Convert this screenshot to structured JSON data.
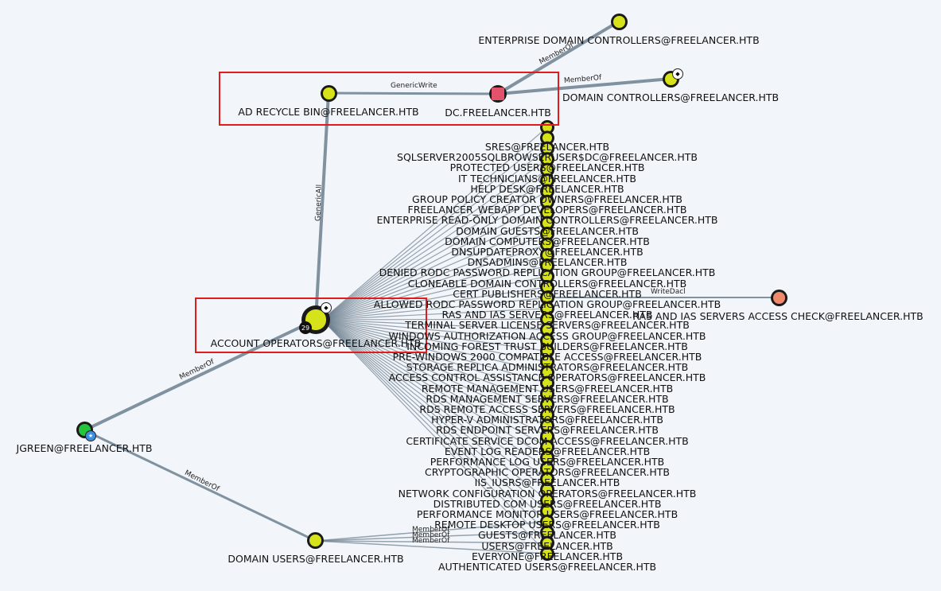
{
  "colors": {
    "edge": "#6c7f8f",
    "group_fill": "#d7e31a",
    "computer_fill": "#e2526b",
    "user_fill": "#25c43a",
    "highlight": "#e01c1c",
    "background": "#f2f5f9"
  },
  "nodes": {
    "enterprise_dc": {
      "label": "ENTERPRISE DOMAIN CONTROLLERS@FREELANCER.HTB",
      "type": "group-icon"
    },
    "domain_controllers": {
      "label": "DOMAIN CONTROLLERS@FREELANCER.HTB",
      "type": "group-icon"
    },
    "ad_recycle_bin": {
      "label": "AD RECYCLE BIN@FREELANCER.HTB",
      "type": "group-icon"
    },
    "dc": {
      "label": "DC.FREELANCER.HTB",
      "type": "computer-icon"
    },
    "account_operators": {
      "label": "ACCOUNT OPERATORS@FREELANCER.HTB",
      "type": "group-icon",
      "badge": "29"
    },
    "ras_ias_check": {
      "label": "RAS AND IAS SERVERS ACCESS CHECK@FREELANCER.HTB",
      "type": "container-icon"
    },
    "jgreen": {
      "label": "JGREEN@FREELANCER.HTB",
      "type": "user-icon"
    },
    "domain_users": {
      "label": "DOMAIN USERS@FREELANCER.HTB",
      "type": "group-icon"
    }
  },
  "edges": {
    "generic_write": "GenericWrite",
    "member_of_edc": "MemberOf",
    "member_of_dc": "MemberOf",
    "generic_all": "GenericAll",
    "write_dacl": "WriteDacl",
    "member_of_jgreen_ao": "MemberOf",
    "member_of_jgreen_du": "MemberOf",
    "member_of_du_1": "MemberOf",
    "member_of_du_2": "MemberOf",
    "member_of_du_3": "MemberOf"
  },
  "column_groups": [
    "SRES@FREELANCER.HTB",
    "SQLSERVER2005SQLBROWSERUSER$DC@FREELANCER.HTB",
    "PROTECTED USERS@FREELANCER.HTB",
    "IT TECHNICIANS@FREELANCER.HTB",
    "HELP DESK@FREELANCER.HTB",
    "GROUP POLICY CREATOR OWNERS@FREELANCER.HTB",
    "FREELANCER_WEBAPP DEVELOPERS@FREELANCER.HTB",
    "ENTERPRISE READ-ONLY DOMAIN CONTROLLERS@FREELANCER.HTB",
    "DOMAIN GUESTS@FREELANCER.HTB",
    "DOMAIN COMPUTERS@FREELANCER.HTB",
    "DNSUPDATEPROXY@FREELANCER.HTB",
    "DNSADMINS@FREELANCER.HTB",
    "DENIED RODC PASSWORD REPLICATION GROUP@FREELANCER.HTB",
    "CLONEABLE DOMAIN CONTROLLERS@FREELANCER.HTB",
    "CERT PUBLISHERS@FREELANCER.HTB",
    "ALLOWED RODC PASSWORD REPLICATION GROUP@FREELANCER.HTB",
    "RAS AND IAS SERVERS@FREELANCER.HTB",
    "TERMINAL SERVER LICENSE SERVERS@FREELANCER.HTB",
    "WINDOWS AUTHORIZATION ACCESS GROUP@FREELANCER.HTB",
    "INCOMING FOREST TRUST BUILDERS@FREELANCER.HTB",
    "PRE-WINDOWS 2000 COMPATIBLE ACCESS@FREELANCER.HTB",
    "STORAGE REPLICA ADMINISTRATORS@FREELANCER.HTB",
    "ACCESS CONTROL ASSISTANCE OPERATORS@FREELANCER.HTB",
    "REMOTE MANAGEMENT USERS@FREELANCER.HTB",
    "RDS MANAGEMENT SERVERS@FREELANCER.HTB",
    "RDS REMOTE ACCESS SERVERS@FREELANCER.HTB",
    "HYPER-V ADMINISTRATORS@FREELANCER.HTB",
    "RDS ENDPOINT SERVERS@FREELANCER.HTB",
    "CERTIFICATE SERVICE DCOM ACCESS@FREELANCER.HTB",
    "EVENT LOG READERS@FREELANCER.HTB",
    "PERFORMANCE LOG USERS@FREELANCER.HTB",
    "CRYPTOGRAPHIC OPERATORS@FREELANCER.HTB",
    "IIS_IUSRS@FREELANCER.HTB",
    "NETWORK CONFIGURATION OPERATORS@FREELANCER.HTB",
    "DISTRIBUTED COM USERS@FREELANCER.HTB",
    "PERFORMANCE MONITOR USERS@FREELANCER.HTB",
    "REMOTE DESKTOP USERS@FREELANCER.HTB",
    "GUESTS@FREELANCER.HTB",
    "USERS@FREELANCER.HTB",
    "EVERYONE@FREELANCER.HTB",
    "AUTHENTICATED USERS@FREELANCER.HTB"
  ]
}
